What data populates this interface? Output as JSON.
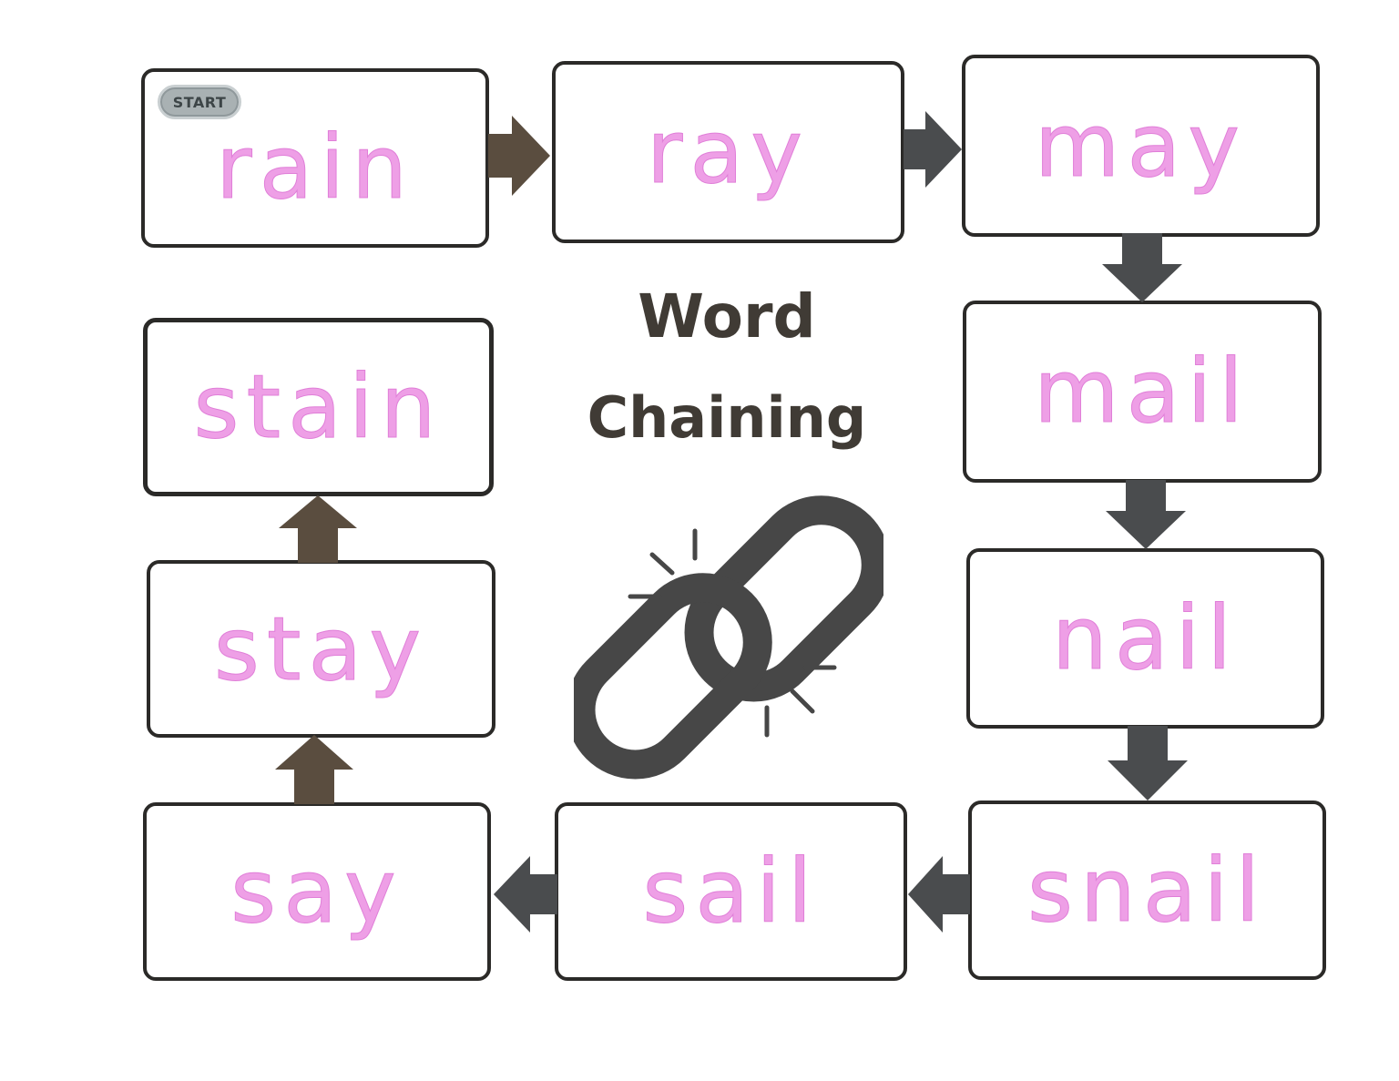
{
  "title": {
    "line1": "Word",
    "line2": "Chaining"
  },
  "start_badge": "START",
  "chain": [
    {
      "id": "rain",
      "word": "rain"
    },
    {
      "id": "ray",
      "word": "ray"
    },
    {
      "id": "may",
      "word": "may"
    },
    {
      "id": "mail",
      "word": "mail"
    },
    {
      "id": "nail",
      "word": "nail"
    },
    {
      "id": "snail",
      "word": "snail"
    },
    {
      "id": "sail",
      "word": "sail"
    },
    {
      "id": "say",
      "word": "say"
    },
    {
      "id": "stay",
      "word": "stay"
    },
    {
      "id": "stain",
      "word": "stain"
    }
  ],
  "colors": {
    "ink": "#ee9fe6",
    "border": "#2b2a28",
    "arrow_brown": "#5a4d3f",
    "arrow_gray": "#4a4c4e",
    "title": "#403b35",
    "icon": "#474747"
  },
  "icons": {
    "chain": "broken-chain-link-icon",
    "arrow": "arrow-icon"
  }
}
